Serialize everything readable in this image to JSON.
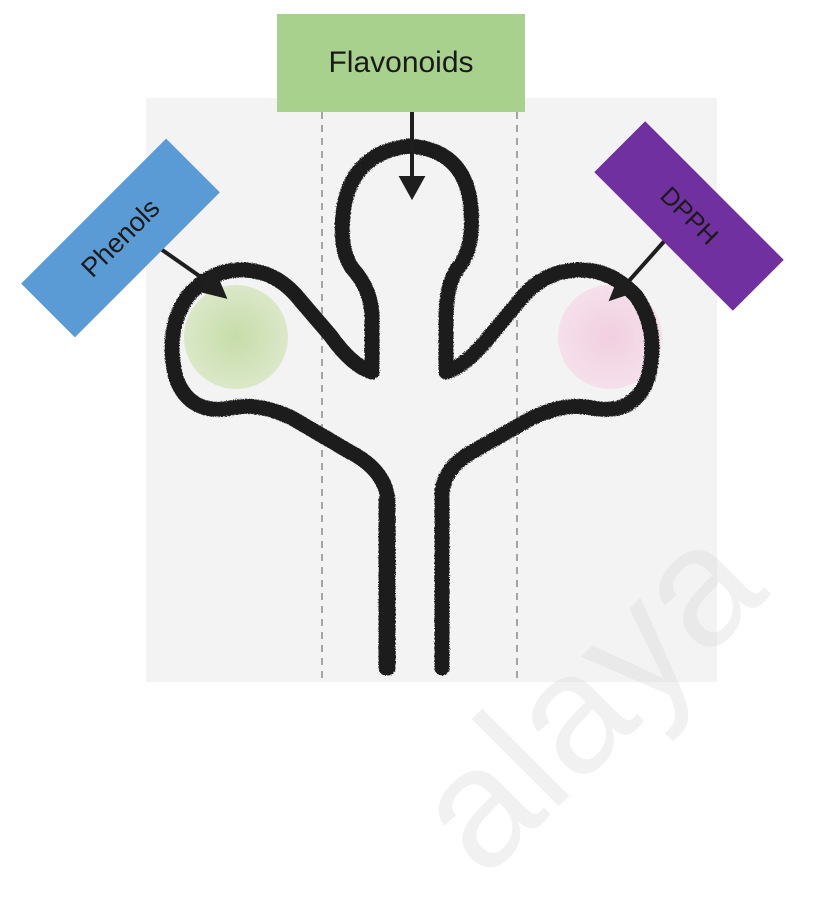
{
  "labels": {
    "flavonoids": "Flavonoids",
    "phenols": "Phenols",
    "dpph": "DPPH"
  },
  "colors": {
    "flavonoids_box": "#a8d08d",
    "phenols_box": "#5b9bd5",
    "dpph_box": "#7030a0",
    "ink": "#1c1c1c",
    "phenols_zone": "#c9deb0",
    "dpph_zone": "#f2d2e0",
    "paper": "#f4f4f4"
  },
  "watermark_text": "alaya"
}
